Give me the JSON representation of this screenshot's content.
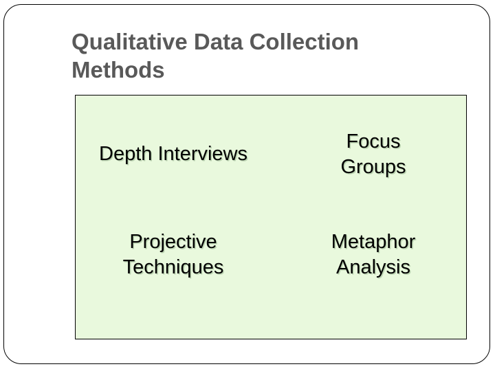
{
  "slide": {
    "title": "Qualitative Data Collection\nMethods",
    "title_color": "#595959",
    "frame_border_color": "#000000",
    "background_color": "#ffffff"
  },
  "content_box": {
    "background_color": "#e9f9dd",
    "border_color": "#000000",
    "text_color": "#000000",
    "methods": [
      {
        "id": "depth-interviews",
        "label": "Depth Interviews"
      },
      {
        "id": "focus-groups",
        "label": "Focus\nGroups"
      },
      {
        "id": "projective-techniques",
        "label": "Projective\nTechniques"
      },
      {
        "id": "metaphor-analysis",
        "label": "Metaphor\nAnalysis"
      }
    ]
  }
}
